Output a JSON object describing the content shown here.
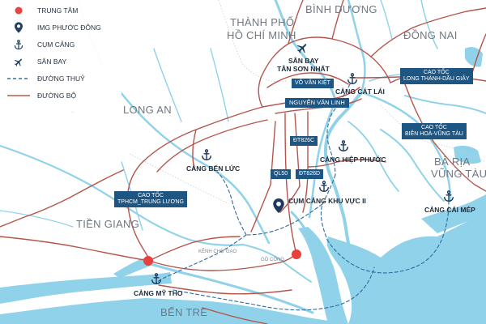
{
  "legend": {
    "items": [
      {
        "label": "TRUNG TÂM",
        "icon": "red-dot"
      },
      {
        "label": "IMG PHƯỚC ĐÔNG",
        "icon": "map-pin-icon"
      },
      {
        "label": "CỤM CẢNG",
        "icon": "anchor-icon"
      },
      {
        "label": "SÂN BAY",
        "icon": "airplane-icon"
      },
      {
        "label": "ĐƯỜNG THUỶ",
        "icon": "dashed-line"
      },
      {
        "label": "ĐƯỜNG BỘ",
        "icon": "solid-line"
      }
    ]
  },
  "regions": {
    "binh_duong": "BÌNH DƯƠNG",
    "hcmc_line1": "THÀNH PHỐ",
    "hcmc_line2": "HỒ CHÍ MINH",
    "dong_nai": "ĐỒNG NAI",
    "long_an": "LONG AN",
    "tien_giang": "TIỀN GIANG",
    "ben_tre": "BẾN TRE",
    "ba_ria_line1": "BÀ RỊA",
    "ba_ria_line2": "VŨNG TÀU"
  },
  "places": {
    "airport_line1": "SÂN BAY",
    "airport_line2": "TÂN SƠN NHẤT",
    "cat_lai": "CẢNG CÁT LÁI",
    "hiep_phuoc": "CẢNG HIỆP PHƯỚC",
    "ben_luc": "CẢNG BẾN LỨC",
    "khu_vuc": "CỤM CẢNG KHU VỰC II",
    "cai_mep": "CẢNG CÁI MÉP",
    "my_tho": "CẢNG MỸ THO",
    "kenh_cho_gao": "KÊNH CHỢ GẠO",
    "go_cong": "GÒ CÔNG"
  },
  "tags": {
    "vo_van_kiet": "VÕ VĂN KIỆT",
    "nguyen_van_linh": "NGUYỄN VĂN LINH",
    "lt_dg_line1": "CAO TỐC",
    "lt_dg_line2": "LONG THÀNH-DẦU GIÂY",
    "bh_vt_line1": "CAO TỐC",
    "bh_vt_line2": "BIÊN HOÀ-VŨNG TÀU",
    "tphcm_tl_line1": "CAO TỐC",
    "tphcm_tl_line2": "TPHCM_TRUNG LƯƠNG",
    "dt826c": "ĐT826C",
    "dt826d": "ĐT826D",
    "ql50": "QL50"
  },
  "colors": {
    "road": "#b4554b",
    "water": "#8fd2ea",
    "water_route": "#2f6b9e",
    "tag_bg": "#1d5683",
    "center_dot": "#e8403c",
    "icon_navy": "#1d3a5c"
  }
}
